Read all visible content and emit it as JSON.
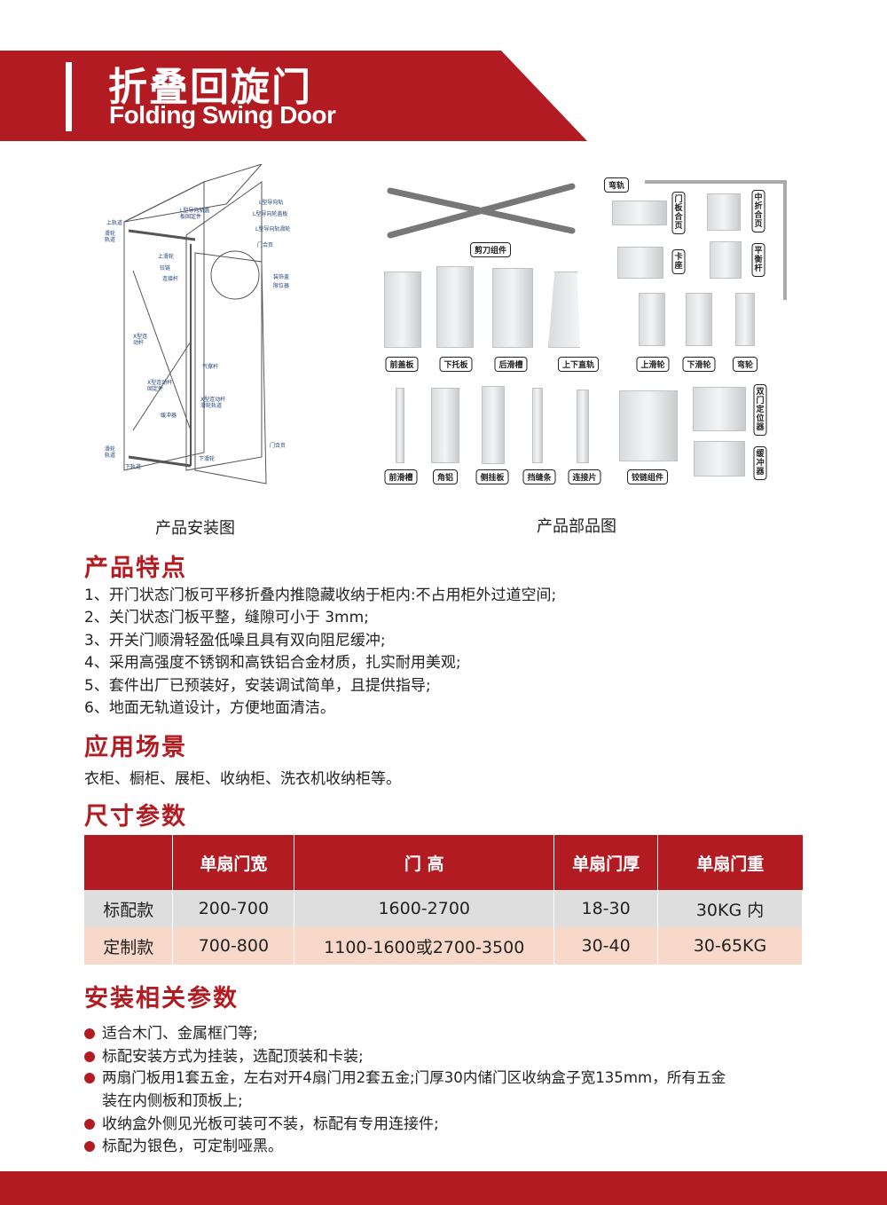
{
  "header": {
    "title": "折叠回旋门",
    "subtitle": "Folding Swing Door"
  },
  "diagram": {
    "caption": "产品安装图",
    "labels": [
      "上轨道",
      "滑轮轨道",
      "L型导向轨",
      "L型导向轨盖板固定件",
      "L型导向轮盖板",
      "L型导向轨滑轮",
      "门合页",
      "上滑轮",
      "铰链",
      "连接杆",
      "装饰盖",
      "限位器",
      "X型连动杆",
      "气撑杆",
      "X型连动杆固定件",
      "X型连动杆滑轮轨道",
      "缓冲器",
      "门合页",
      "滑轮轨道",
      "下滑轮",
      "下轨道"
    ]
  },
  "parts": {
    "caption": "产品部品图",
    "labels": [
      "弯轨",
      "剪刀组件",
      "门板合页",
      "中折合页",
      "卡座",
      "平衡杆",
      "前盖板",
      "下托板",
      "后滑槽",
      "上下直轨",
      "上滑轮",
      "下滑轮",
      "弯轮",
      "前滑槽",
      "角铝",
      "侧挂板",
      "挡缝条",
      "连接片",
      "铰链组件",
      "双门定位器",
      "缓冲器"
    ]
  },
  "features": {
    "heading": "产品特点",
    "items": [
      "1、开门状态门板可平移折叠内推隐藏收纳于柜内:不占用柜外过道空间;",
      "2、关门状态门板平整，缝隙可小于 3mm;",
      "3、开关门顺滑轻盈低噪且具有双向阻尼缓冲;",
      "4、采用高强度不锈钢和高铁铝合金材质，扎实耐用美观;",
      "5、套件出厂已预装好，安装调试简单，且提供指导;",
      "6、地面无轨道设计，方便地面清洁。"
    ]
  },
  "scenes": {
    "heading": "应用场景",
    "text": "衣柜、橱柜、展柜、收纳柜、洗衣机收纳柜等。"
  },
  "size": {
    "heading": "尺寸参数",
    "columns": [
      "",
      "单扇门宽",
      "门 高",
      "单扇门厚",
      "单扇门重"
    ],
    "rows": [
      [
        "标配款",
        "200-700",
        "1600-2700",
        "18-30",
        "30KG 内"
      ],
      [
        "定制款",
        "700-800",
        "1100-1600或2700-3500",
        "30-40",
        "30-65KG"
      ]
    ]
  },
  "install": {
    "heading": "安装相关参数",
    "items": [
      "适合木门、金属框门等;",
      "标配安装方式为挂装，选配顶装和卡装;",
      "两扇门板用1套五金，左右对开4扇门用2套五金;门厚30内储门区收纳盒子宽135mm，所有五金",
      "收纳盒外侧见光板可装可不装，标配有专用连接件;",
      "标配为银色，可定制哑黑。"
    ],
    "item3_cont": "装在内侧板和顶板上;"
  },
  "colors": {
    "brand": "#b31b22",
    "row1": "#dedede",
    "row2": "#f8d9c9"
  }
}
